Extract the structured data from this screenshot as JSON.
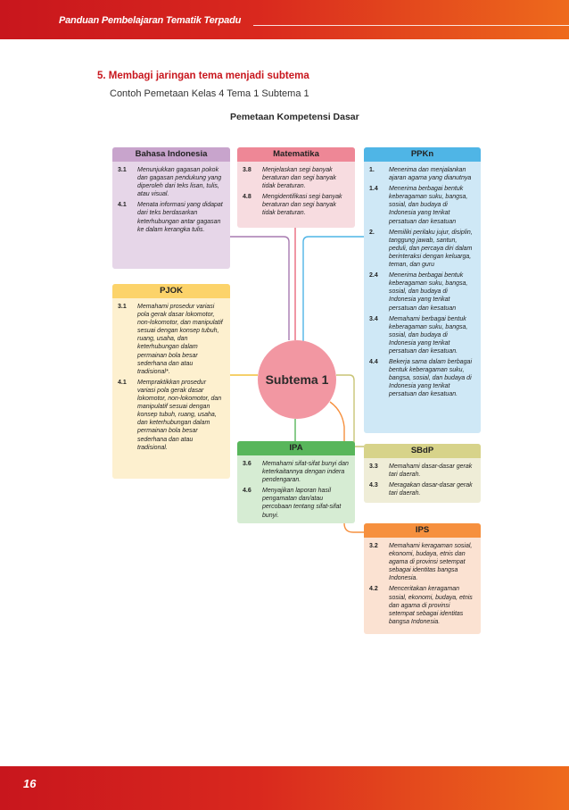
{
  "header": {
    "title": "Panduan Pembelajaran Tematik Terpadu"
  },
  "footer": {
    "page_number": "16"
  },
  "content": {
    "heading": "5.  Membagi jaringan tema menjadi subtema",
    "subheading": "Contoh Pemetaan Kelas 4 Tema 1 Subtema 1"
  },
  "diagram": {
    "title": "Pemetaan Kompetensi Dasar",
    "center_label": "Subtema 1",
    "colors": {
      "bahasa_indonesia": "#c8a4cc",
      "matematika": "#ee8796",
      "ppkn": "#4fb5e6",
      "pjok": "#fcd36a",
      "ipa": "#58b65b",
      "sbdp": "#d7d38a",
      "ips": "#f6903e",
      "center": "#f297a2",
      "header_band": "#c8161d"
    },
    "boxes": {
      "bahasa_indonesia": {
        "title": "Bahasa Indonesia",
        "items": [
          {
            "code": "3.1",
            "text": "Menunjukkan gagasan pokok dan gagasan pendukung yang diperoleh dari teks lisan, tulis, atau visual."
          },
          {
            "code": "4.1",
            "text": "Menata informasi yang didapat dari teks berdasarkan keterhubungan antar gagasan ke dalam kerangka tulis."
          }
        ]
      },
      "matematika": {
        "title": "Matematika",
        "items": [
          {
            "code": "3.8",
            "text": "Menjelaskan segi banyak beraturan dan segi banyak tidak beraturan."
          },
          {
            "code": "4.8",
            "text": "Mengidentifikasi segi banyak beraturan dan segi banyak tidak beraturan."
          }
        ]
      },
      "ppkn": {
        "title": "PPKn",
        "items": [
          {
            "code": "1.",
            "text": "Menerima dan menjalankan ajaran agama yang dianutnya"
          },
          {
            "code": "1.4",
            "text": "Menerima berbagai bentuk keberagaman suku, bangsa, sosial, dan budaya di Indonesia yang terikat persatuan dan kesatuan"
          },
          {
            "code": "2.",
            "text": "Memiliki perilaku jujur, disiplin, tanggung jawab, santun, peduli, dan percaya diri dalam berinteraksi dengan keluarga, teman, dan guru"
          },
          {
            "code": "2.4",
            "text": "Menerima berbagai bentuk keberagaman suku, bangsa, sosial, dan budaya di Indonesia yang terikat persatuan dan kesatuan"
          },
          {
            "code": "3.4",
            "text": "Memahami berbagai bentuk keberagaman suku, bangsa, sosial, dan budaya di Indonesia yang terikat persatuan dan kesatuan."
          },
          {
            "code": "4.4",
            "text": "Bekerja sama dalam berbagai bentuk keberagaman suku, bangsa, sosial, dan budaya di Indonesia yang terikat persatuan dan kesatuan."
          }
        ]
      },
      "pjok": {
        "title": "PJOK",
        "items": [
          {
            "code": "3.1",
            "text": "Memahami prosedur variasi pola gerak dasar lokomotor, non-lokomotor, dan manipulatif sesuai dengan konsep tubuh, ruang, usaha, dan keterhubungan dalam permainan bola besar sederhana dan atau tradisional*."
          },
          {
            "code": "4.1",
            "text": "Mempraktikkan prosedur variasi pola gerak dasar lokomotor, non-lokomotor, dan manipulatif sesuai dengan konsep tubuh, ruang, usaha, dan keterhubungan dalam permainan bola besar sederhana dan atau tradisional."
          }
        ]
      },
      "ipa": {
        "title": "IPA",
        "items": [
          {
            "code": "3.6",
            "text": "Memahami sifat-sifat bunyi dan keterkaitannya dengan indera pendengaran."
          },
          {
            "code": "4.6",
            "text": "Menyajikan laporan hasil pengamatan dan/atau percobaan tentang sifat-sifat bunyi."
          }
        ]
      },
      "sbdp": {
        "title": "SBdP",
        "items": [
          {
            "code": "3.3",
            "text": "Memahami dasar-dasar gerak tari daerah."
          },
          {
            "code": "4.3",
            "text": "Meragakan dasar-dasar gerak tari daerah."
          }
        ]
      },
      "ips": {
        "title": "IPS",
        "items": [
          {
            "code": "3.2",
            "text": "Memahami keragaman sosial, ekonomi, budaya, etnis dan agama di provinsi setempat sebagai identitas bangsa Indonesia."
          },
          {
            "code": "4.2",
            "text": "Menceritakan keragaman sosial, ekonomi, budaya, etnis dan agama di provinsi setempat sebagai identitas bangsa Indonesia."
          }
        ]
      }
    }
  }
}
